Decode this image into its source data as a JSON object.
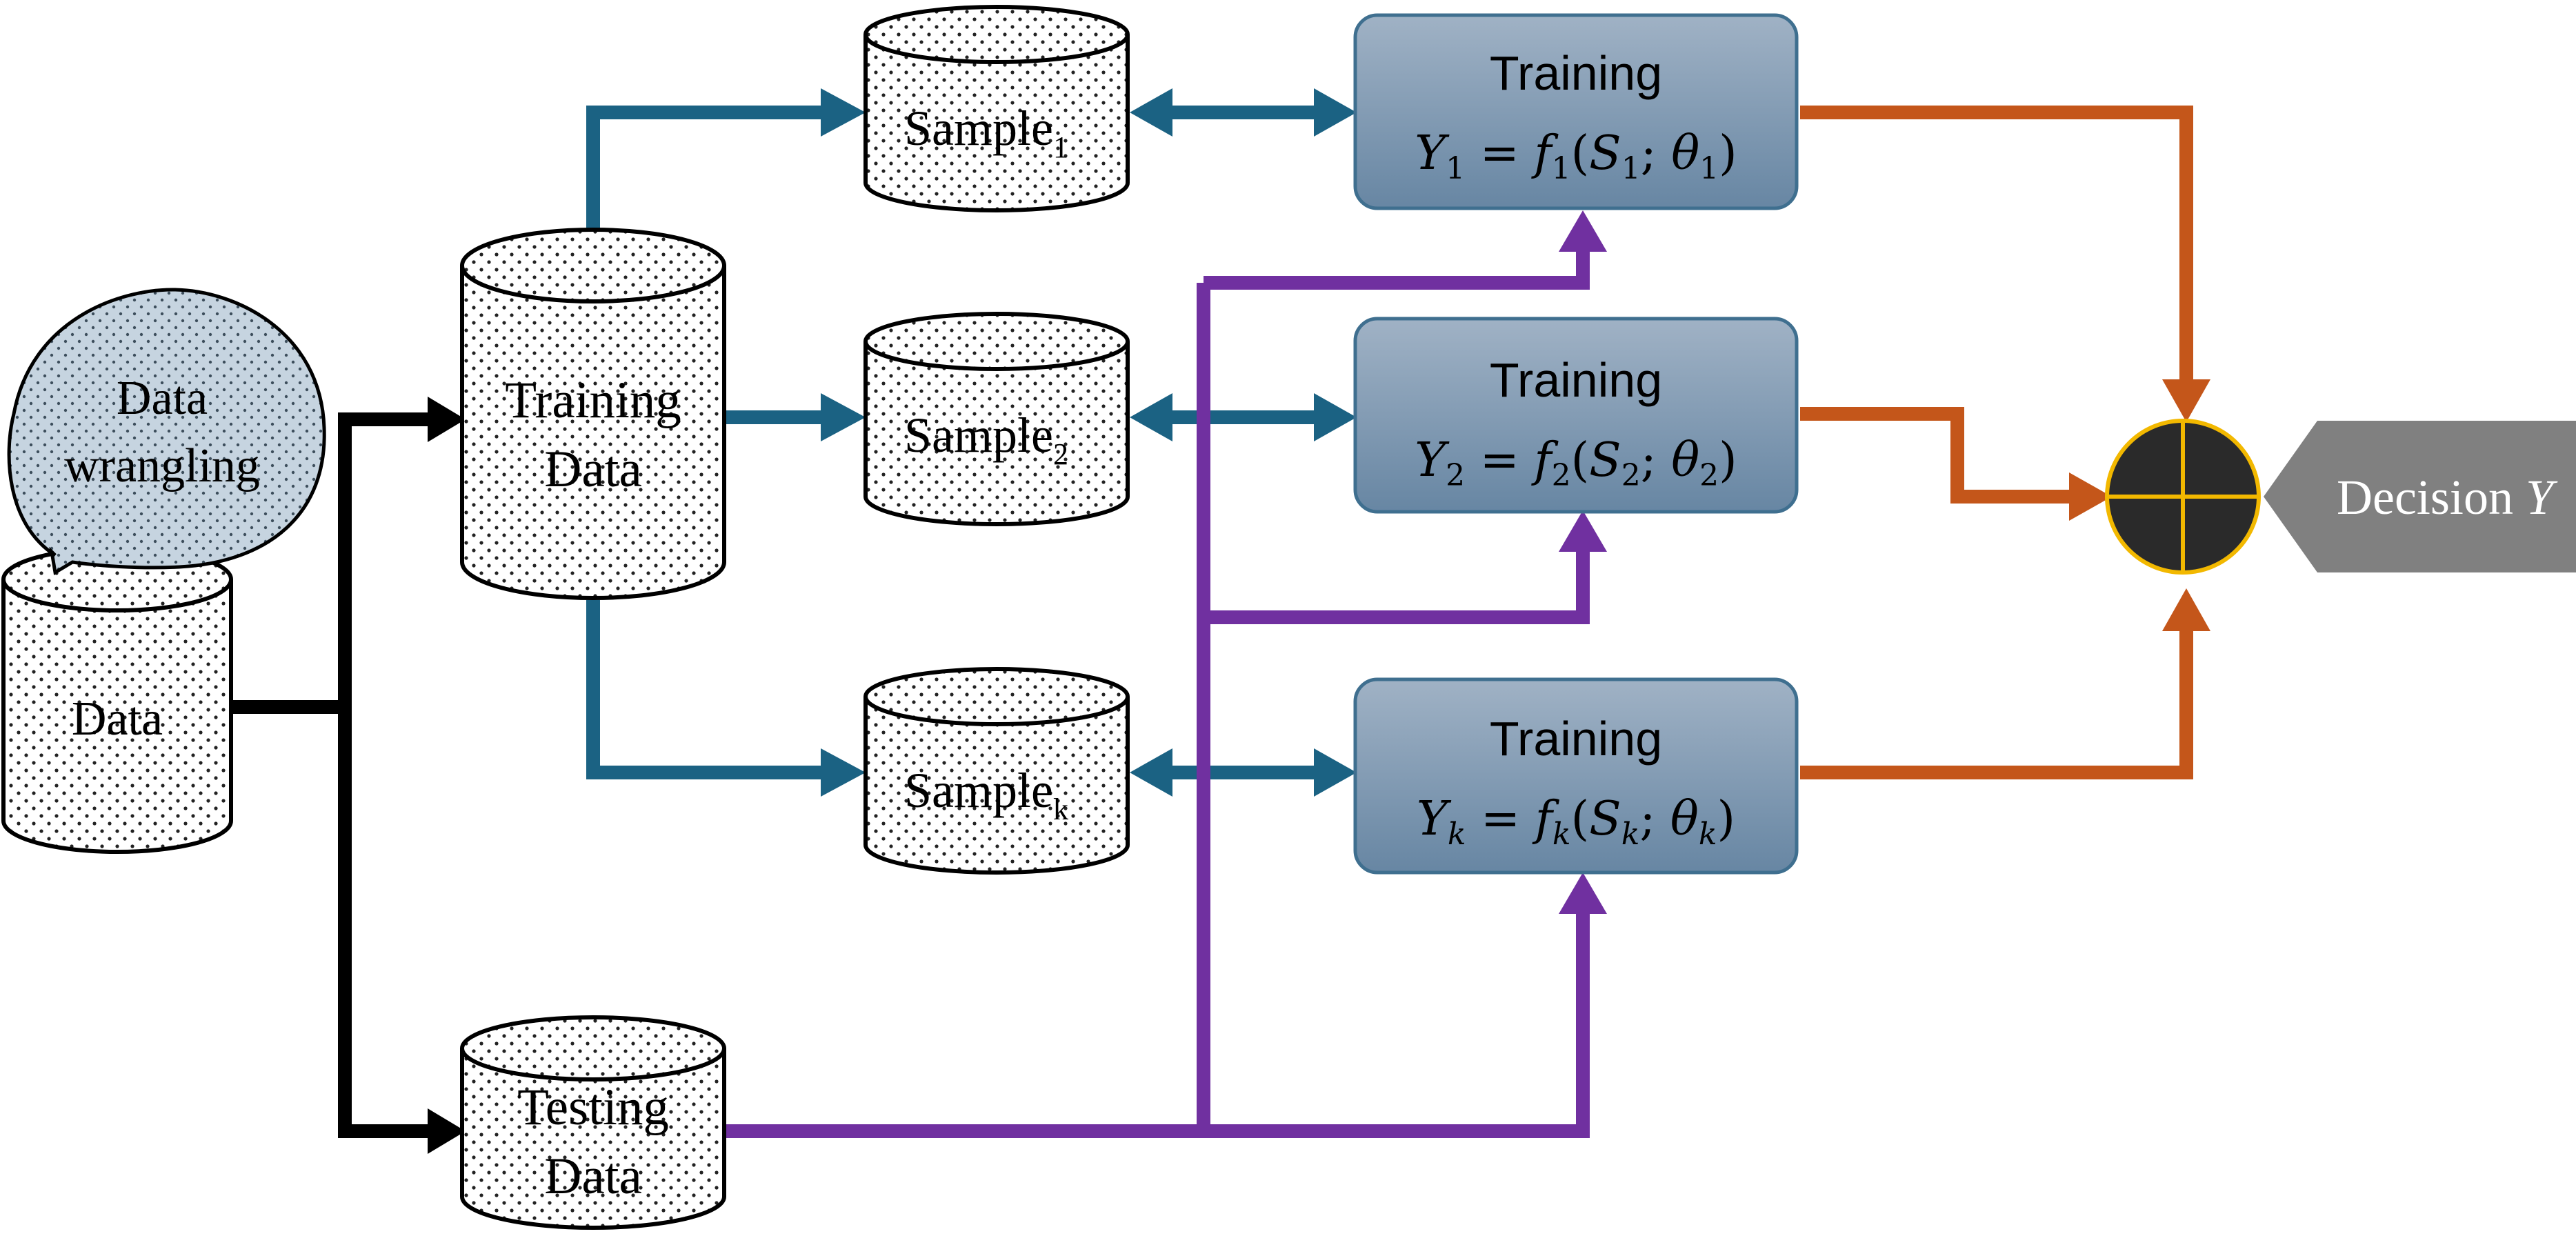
{
  "data_store": {
    "label": "Data"
  },
  "wrangling": {
    "line1": "Data",
    "line2": "wrangling"
  },
  "training_data": {
    "line1": "Training",
    "line2": "Data"
  },
  "testing_data": {
    "line1": "Testing",
    "line2": "Data"
  },
  "samples": [
    {
      "label": "Sample",
      "sub": "1"
    },
    {
      "label": "Sample",
      "sub": "2"
    },
    {
      "label": "Sample",
      "sub": "k"
    }
  ],
  "models": [
    {
      "title": "Training",
      "out": "Y",
      "func": "f",
      "set": "S",
      "param": "θ",
      "index": "1"
    },
    {
      "title": "Training",
      "out": "Y",
      "func": "f",
      "set": "S",
      "param": "θ",
      "index": "2"
    },
    {
      "title": "Training",
      "out": "Y",
      "func": "f",
      "set": "S",
      "param": "θ",
      "index": "k"
    }
  ],
  "decision": {
    "label": "Decision",
    "var": "Y"
  },
  "colors": {
    "blue": "#1b6283",
    "orange": "#c4561a",
    "purple": "#7030a0",
    "black": "#000000",
    "box_top": "#9fb0c3",
    "box_bottom": "#6a87a3",
    "box_stroke": "#3f6f8f",
    "combiner_fill": "#2a2a2a",
    "combiner_ring": "#f2b800",
    "decision_fill": "#808080",
    "bubble_fill": "#c6d4e0"
  }
}
